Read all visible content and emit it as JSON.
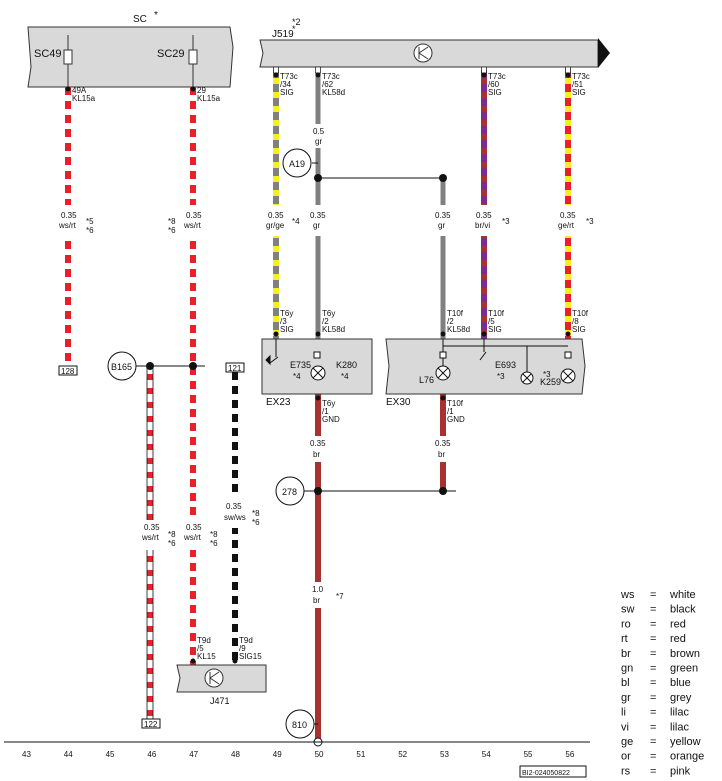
{
  "sc": {
    "title": "SC",
    "title_star": "*",
    "fuse1": "SC49",
    "fuse2": "SC29"
  },
  "j519": {
    "label": "J519",
    "star": "*2"
  },
  "wires": {
    "w44": {
      "pin1": "49A",
      "pin2": "KL15a",
      "size": "0.35",
      "color": "ws/rt",
      "note1": "*5",
      "note2": "*6",
      "end": "128"
    },
    "w47": {
      "pin1": "29",
      "pin2": "KL15a",
      "size": "0.35",
      "color": "ws/rt",
      "note1": "*8",
      "note2": "*6"
    },
    "w47b": {
      "size": "0.35",
      "color": "ws/rt",
      "note1": "*8",
      "note2": "*6",
      "pin1": "T9d",
      "pin2": "/5",
      "pin3": "KL15"
    },
    "w46": {
      "size": "0.35",
      "color": "ws/rt",
      "note1": "*8",
      "note2": "*6",
      "end": "122"
    },
    "w48": {
      "start": "121",
      "size": "0.35",
      "color": "sw/ws",
      "note1": "*8",
      "note2": "*6",
      "pin1": "T9d",
      "pin2": "/9",
      "pin3": "SIG15"
    },
    "w49": {
      "pin1": "T73c",
      "pin2": "/34",
      "pin3": "SIG",
      "size": "0.35",
      "color": "gr/ge",
      "note": "*4",
      "bpin1": "T6y",
      "bpin2": "/3",
      "bpin3": "SIG"
    },
    "w50": {
      "pin1": "T73c",
      "pin2": "/62",
      "pin3": "KL58d",
      "size": "0.5",
      "color": "gr",
      "size2": "0.35",
      "color2": "gr",
      "bpin1": "T6y",
      "bpin2": "/2",
      "bpin3": "KL58d"
    },
    "w50gnd": {
      "pin1": "T6y",
      "pin2": "/1",
      "pin3": "GND",
      "size": "0.35",
      "color": "br",
      "size2": "1.0",
      "color2": "br",
      "note": "*7"
    },
    "w53": {
      "size": "0.35",
      "color": "gr",
      "bpin1": "T10f",
      "bpin2": "/2",
      "bpin3": "KL58d"
    },
    "w53gnd": {
      "pin1": "T10f",
      "pin2": "/1",
      "pin3": "GND",
      "size": "0.35",
      "color": "br"
    },
    "w54": {
      "pin1": "T73c",
      "pin2": "/60",
      "pin3": "SIG",
      "size": "0.35",
      "color": "br/vi",
      "note": "*3",
      "bpin1": "T10f",
      "bpin2": "/5",
      "bpin3": "SIG"
    },
    "w56": {
      "pin1": "T73c",
      "pin2": "/51",
      "pin3": "SIG",
      "size": "0.35",
      "color": "ge/rt",
      "note": "*3",
      "bpin1": "T10f",
      "bpin2": "/8",
      "bpin3": "SIG"
    }
  },
  "nodes": {
    "a19": "A19",
    "b165": "B165",
    "n278": "278",
    "n810": "810"
  },
  "ex23": {
    "label": "EX23",
    "e735": "E735",
    "e735_note": "*4",
    "k280": "K280",
    "k280_note": "*4"
  },
  "ex30": {
    "label": "EX30",
    "l76": "L76",
    "e693": "E693",
    "e693_note": "*3",
    "k259": "K259",
    "k259_note": "*3"
  },
  "j471": {
    "label": "J471"
  },
  "ruler": [
    "43",
    "44",
    "45",
    "46",
    "47",
    "48",
    "49",
    "50",
    "51",
    "52",
    "53",
    "54",
    "55",
    "56"
  ],
  "legend": [
    {
      "code": "ws",
      "eq": "=",
      "name": "white"
    },
    {
      "code": "sw",
      "eq": "=",
      "name": "black"
    },
    {
      "code": "ro",
      "eq": "=",
      "name": "red"
    },
    {
      "code": "rt",
      "eq": "=",
      "name": "red"
    },
    {
      "code": "br",
      "eq": "=",
      "name": "brown"
    },
    {
      "code": "gn",
      "eq": "=",
      "name": "green"
    },
    {
      "code": "bl",
      "eq": "=",
      "name": "blue"
    },
    {
      "code": "gr",
      "eq": "=",
      "name": "grey"
    },
    {
      "code": "li",
      "eq": "=",
      "name": "lilac"
    },
    {
      "code": "vi",
      "eq": "=",
      "name": "lilac"
    },
    {
      "code": "ge",
      "eq": "=",
      "name": "yellow"
    },
    {
      "code": "or",
      "eq": "=",
      "name": "orange"
    },
    {
      "code": "rs",
      "eq": "=",
      "name": "pink"
    }
  ],
  "doc_code": "BI2-024050822",
  "colors": {
    "red": "#e8202a",
    "yellow": "#f5f01e",
    "grey": "#808080",
    "brown": "#a83232",
    "violet": "#7a2d8f",
    "black": "#111111",
    "panel": "#d9d9d9"
  }
}
